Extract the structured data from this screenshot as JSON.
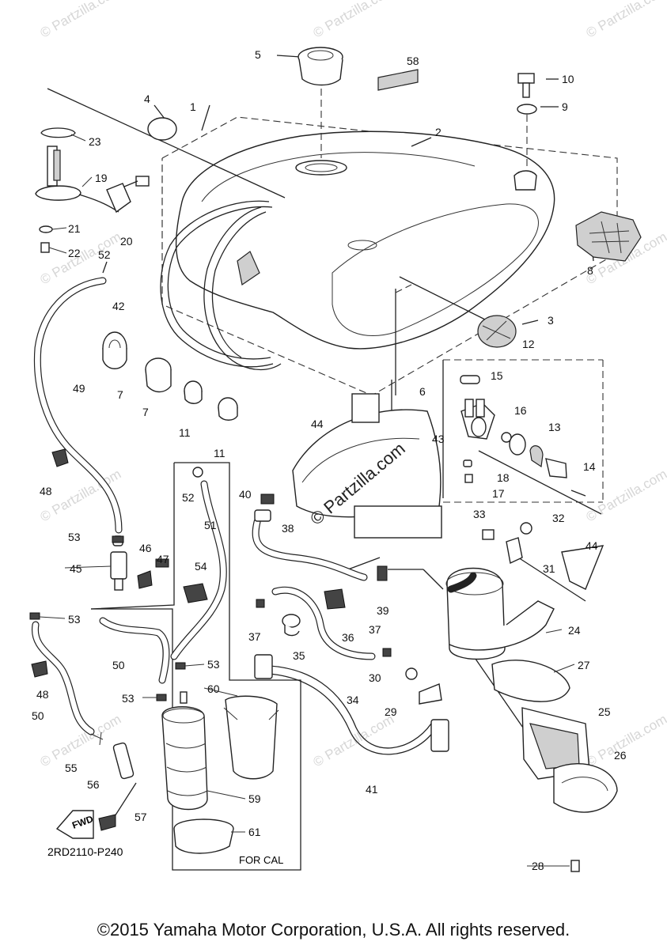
{
  "watermark": "© Partzilla.com",
  "center_watermark": "© Partzilla.com",
  "diagram_code": "2RD2110-P240",
  "fwd_label": "FWD",
  "for_cal_label": "FOR CAL",
  "copyright": "©2015 Yamaha Motor Corporation, U.S.A. All rights reserved.",
  "callouts": [
    "1",
    "2",
    "3",
    "4",
    "5",
    "6",
    "7",
    "7",
    "8",
    "9",
    "10",
    "11",
    "11",
    "12",
    "13",
    "14",
    "15",
    "16",
    "17",
    "18",
    "19",
    "20",
    "21",
    "22",
    "23",
    "24",
    "25",
    "26",
    "27",
    "28",
    "29",
    "30",
    "31",
    "32",
    "33",
    "34",
    "35",
    "36",
    "37",
    "37",
    "38",
    "39",
    "40",
    "41",
    "42",
    "43",
    "44",
    "44",
    "45",
    "46",
    "47",
    "48",
    "48",
    "49",
    "50",
    "50",
    "51",
    "52",
    "52",
    "53",
    "53",
    "53",
    "53",
    "54",
    "55",
    "56",
    "57",
    "58",
    "59",
    "60",
    "61"
  ]
}
